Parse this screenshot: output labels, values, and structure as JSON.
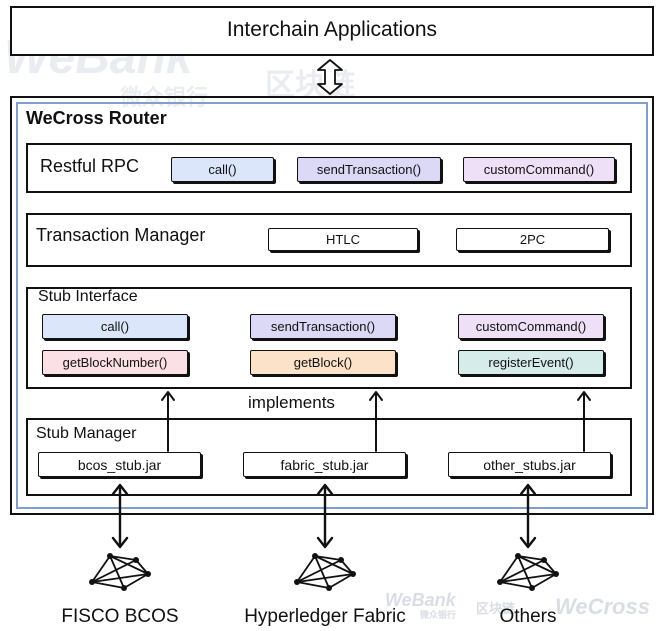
{
  "top_box": {
    "label": "Interchain Applications"
  },
  "router": {
    "title": "WeCross Router",
    "restful_rpc": {
      "label": "Restful RPC",
      "items": [
        {
          "label": "call()",
          "color": "#dbe6fb"
        },
        {
          "label": "sendTransaction()",
          "color": "#dcd9f6"
        },
        {
          "label": "customCommand()",
          "color": "#eee0f7"
        }
      ]
    },
    "transaction_manager": {
      "label": "Transaction Manager",
      "items": [
        {
          "label": "HTLC",
          "color": "#ffffff"
        },
        {
          "label": "2PC",
          "color": "#ffffff"
        }
      ]
    },
    "stub_interface": {
      "label": "Stub Interface",
      "items": [
        {
          "label": "call()",
          "color": "#dbe6fb"
        },
        {
          "label": "sendTransaction()",
          "color": "#dcd9f6"
        },
        {
          "label": "customCommand()",
          "color": "#eee0f7"
        },
        {
          "label": "getBlockNumber()",
          "color": "#fbe1e6"
        },
        {
          "label": "getBlock()",
          "color": "#fbe2c8"
        },
        {
          "label": "registerEvent()",
          "color": "#d6ecea"
        }
      ]
    },
    "implements_label": "implements",
    "stub_manager": {
      "label": "Stub Manager",
      "items": [
        {
          "label": "bcos_stub.jar"
        },
        {
          "label": "fabric_stub.jar"
        },
        {
          "label": "other_stubs.jar"
        }
      ]
    }
  },
  "chains": [
    {
      "label": "FISCO BCOS"
    },
    {
      "label": "Hyperledger Fabric"
    },
    {
      "label": "Others"
    }
  ],
  "watermarks": {
    "top": "WeBank",
    "top_cn": "微众银行",
    "top_right": "区块链",
    "bottom_webank": "WeBank",
    "bottom_cn": "微众银行",
    "bottom_mid": "区块链",
    "bottom_wecross": "WeCross"
  },
  "colors": {
    "router_border": "#7fa0cc",
    "line": "#111111"
  }
}
